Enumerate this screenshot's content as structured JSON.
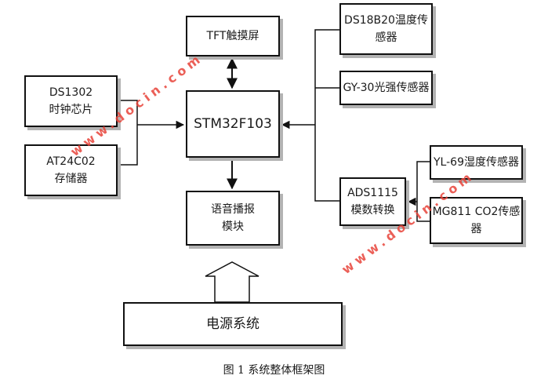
{
  "diagram": {
    "nodes": {
      "tft": "TFT触摸屏",
      "stm32": "STM32F103",
      "ds1302": "DS1302\n时钟芯片",
      "at24c02": "AT24C02\n存储器",
      "ds18b20": "DS18B20温度传\n感器",
      "gy30": "GY-30光强传感器",
      "ads1115": "ADS1115\n模数转换",
      "yl69": "YL-69湿度传感器",
      "mg811": "MG811 CO2传感\n器",
      "voice": "语音播报\n模块",
      "power": "电源系统"
    },
    "edges": [
      {
        "from": "tft",
        "to": "stm32",
        "direction": "both"
      },
      {
        "from": "ds1302",
        "to": "stm32",
        "direction": "forward"
      },
      {
        "from": "at24c02",
        "to": "stm32",
        "direction": "forward"
      },
      {
        "from": "ds18b20",
        "to": "stm32",
        "direction": "forward"
      },
      {
        "from": "gy30",
        "to": "stm32",
        "direction": "forward"
      },
      {
        "from": "ads1115",
        "to": "stm32",
        "direction": "forward"
      },
      {
        "from": "yl69",
        "to": "ads1115",
        "direction": "forward"
      },
      {
        "from": "mg811",
        "to": "ads1115",
        "direction": "forward"
      },
      {
        "from": "stm32",
        "to": "voice",
        "direction": "forward"
      },
      {
        "from": "power",
        "to": "voice",
        "direction": "forward"
      }
    ]
  },
  "watermark": "www.docin.com",
  "caption": "图 1  系统整体框架图",
  "colors": {
    "border": "#111111",
    "shadow": "#b3b3b3",
    "watermark": "#e8443a"
  }
}
